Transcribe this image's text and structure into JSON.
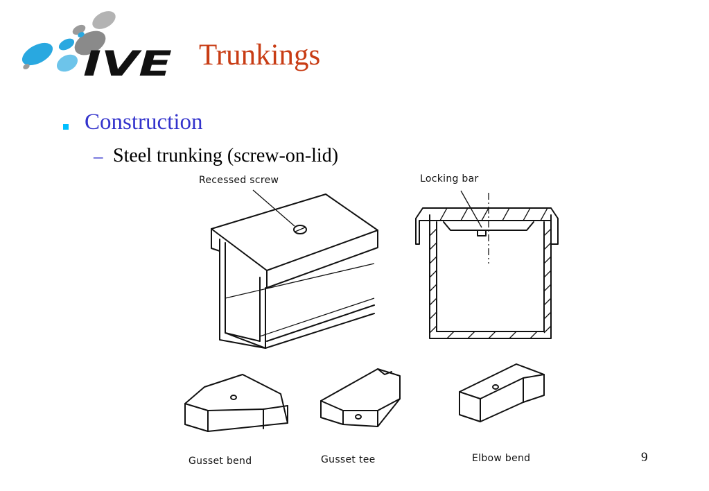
{
  "slide": {
    "logo_text": "IVE",
    "title": "Trunkings",
    "bullet": "Construction",
    "sub_dash": "–",
    "sub_bullet": "Steel trunking (screw-on-lid)",
    "page_number": "9"
  },
  "diagram": {
    "labels": {
      "recessed_screw": "Recessed screw",
      "locking_bar": "Locking bar",
      "gusset_bend": "Gusset bend",
      "gusset_tee": "Gusset tee",
      "elbow_bend": "Elbow bend"
    }
  },
  "colors": {
    "title": "#c83c14",
    "bullet_text": "#3333cc",
    "bullet_marker": "#00bfff",
    "logo_blue": "#29a8e0",
    "logo_dark": "#111111"
  }
}
